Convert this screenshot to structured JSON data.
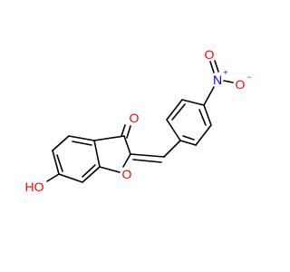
{
  "molecule": {
    "name": "",
    "atoms": {
      "carbonyl_o": {
        "symbol": "O",
        "color": "#ff0000"
      },
      "ring_o": {
        "symbol": "O",
        "color": "#ff0000"
      },
      "hydroxyl": {
        "symbol": "HO",
        "color": "#ff0000"
      },
      "nitro_n": {
        "symbol": "N",
        "charge": "+",
        "color": "#0000ff"
      },
      "nitro_o_top": {
        "symbol": "O",
        "color": "#ff0000"
      },
      "nitro_o_right": {
        "symbol": "O",
        "charge": "−",
        "color": "#ff0000"
      }
    },
    "bond_color": "#000000"
  }
}
